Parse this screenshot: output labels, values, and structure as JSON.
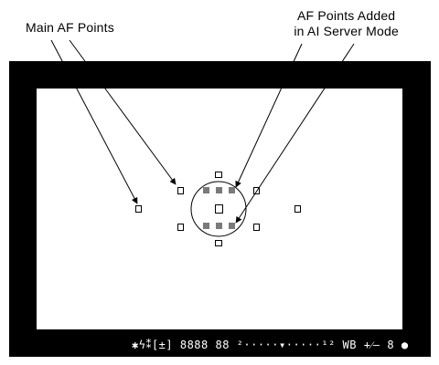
{
  "labels": {
    "main_af_points": "Main AF Points",
    "af_points_added_line1": "AF Points Added",
    "af_points_added_line2": "in AI Server Mode"
  },
  "viewfinder": {
    "lcd_readout": "✱ϟ⁑[±] 8888 88 ²·····▾·····¹² WB +⁄– 8 ●"
  },
  "colors": {
    "frame": "#000000",
    "screen": "#ffffff",
    "main_point_stroke": "#000000",
    "added_point_fill": "#7a7a7a"
  },
  "diagram": {
    "main_points_count": 9,
    "added_points_count": 6
  }
}
